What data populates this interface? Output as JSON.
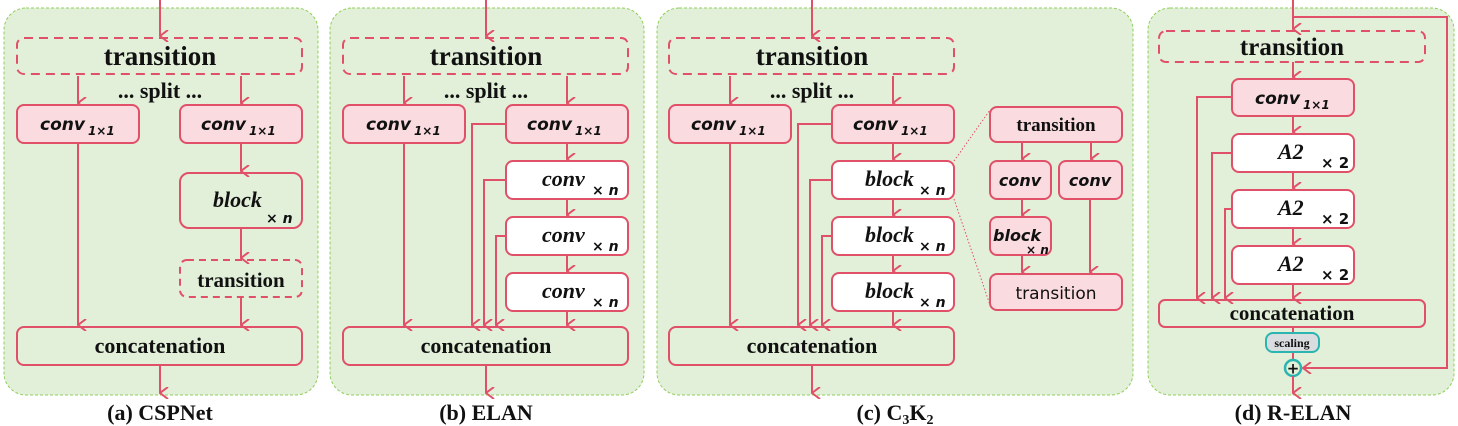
{
  "colors": {
    "panel_bg": "#e2f0d9",
    "panel_border": "#8fcf5a",
    "edge": "#e05068",
    "box_pink": "#f9dbe0",
    "scaling_border": "#2ab5b0"
  },
  "panels": {
    "a": {
      "caption": "(a) CSPNet",
      "transition_top": "transition",
      "split": "... split ...",
      "conv_left": "conv",
      "conv_left_sub": "1×1",
      "conv_right": "conv",
      "conv_right_sub": "1×1",
      "block": "block",
      "block_sub": "× n",
      "transition_small": "transition",
      "concat": "concatenation"
    },
    "b": {
      "caption": "(b) ELAN",
      "transition_top": "transition",
      "split": "... split ...",
      "conv_left": "conv",
      "conv_left_sub": "1×1",
      "conv_right": "conv",
      "conv_right_sub": "1×1",
      "stack": [
        {
          "label": "conv",
          "sub": "× n"
        },
        {
          "label": "conv",
          "sub": "× n"
        },
        {
          "label": "conv",
          "sub": "× n"
        }
      ],
      "concat": "concatenation"
    },
    "c": {
      "caption_prefix": "(c) C",
      "caption_sub1": "3",
      "caption_mid": "K",
      "caption_sub2": "2",
      "transition_top": "transition",
      "split": "... split ...",
      "conv_left": "conv",
      "conv_left_sub": "1×1",
      "conv_right": "conv",
      "conv_right_sub": "1×1",
      "stack": [
        {
          "label": "block",
          "sub": "× n"
        },
        {
          "label": "block",
          "sub": "× n"
        },
        {
          "label": "block",
          "sub": "× n"
        }
      ],
      "concat": "concatenation",
      "detail": {
        "transition_top": "transition",
        "conv_left": "conv",
        "conv_right": "conv",
        "block": "block",
        "block_sub": "× n",
        "transition_bottom": "transition"
      }
    },
    "d": {
      "caption": "(d) R-ELAN",
      "transition_top": "transition",
      "conv": "conv",
      "conv_sub": "1×1",
      "stack": [
        {
          "label": "A2",
          "sub": "× 2"
        },
        {
          "label": "A2",
          "sub": "× 2"
        },
        {
          "label": "A2",
          "sub": "× 2"
        }
      ],
      "concat": "concatenation",
      "scaling": "scaling",
      "add_symbol": "+"
    }
  }
}
